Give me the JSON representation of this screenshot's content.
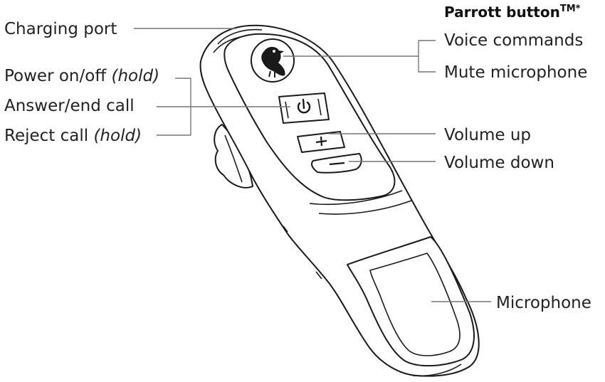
{
  "header": {
    "parrott_title": "Parrott button",
    "parrott_sup": "TM*"
  },
  "labels": {
    "charging_port": "Charging port",
    "power_main": "Power on/off ",
    "power_hold": "(hold)",
    "answer_end": "Answer/end call",
    "reject_main": "Reject call ",
    "reject_hold": "(hold)",
    "voice_commands": "Voice commands",
    "mute_microphone": "Mute microphone",
    "volume_up": "Volume up",
    "volume_down": "Volume down",
    "microphone": "Microphone"
  },
  "icons": {
    "parrot": "parrot-icon",
    "power": "power-icon",
    "plus": "plus-icon",
    "minus": "minus-icon"
  }
}
